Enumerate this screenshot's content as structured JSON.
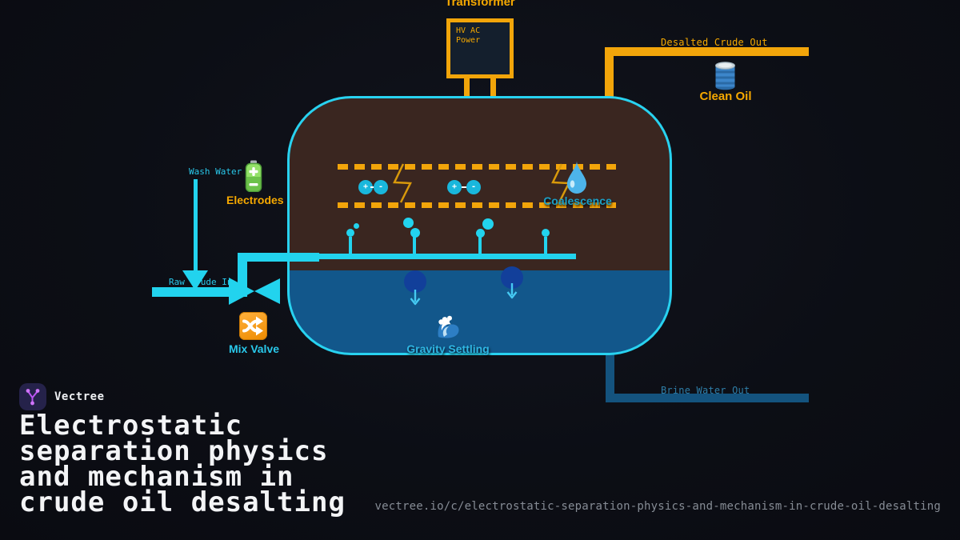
{
  "brand": {
    "name": "Vectree",
    "url": "vectree.io/c/electrostatic-separation-physics-and-mechanism-in-crude-oil-desalting"
  },
  "title": "Electrostatic\nseparation physics\nand mechanism in\ncrude oil desalting",
  "diagram": {
    "transformer": {
      "label": "Transformer",
      "box_text": "HV AC\nPower"
    },
    "labels": {
      "wash_water": "Wash Water",
      "electrodes": "Electrodes",
      "raw_crude_in": "Raw Crude In",
      "mix_valve": "Mix Valve",
      "coalescence": "Coalescence",
      "gravity_settling": "Gravity Settling",
      "desalted_crude_out": "Desalted Crude Out",
      "clean_oil": "Clean Oil",
      "brine_water_out": "Brine Water Out"
    },
    "charges": {
      "positive": "+",
      "negative": "-"
    },
    "icons": {
      "electrodes": "battery-icon",
      "mix_valve": "shuffle-arrows-icon",
      "coalescence": "water-drop-icon",
      "gravity_settling": "wave-icon",
      "clean_oil": "oil-barrel-icon",
      "electric_arc": "lightning-bolt-icon",
      "brand": "vector-branch-icon"
    },
    "colors": {
      "background": "#0c0e15",
      "accent_orange": "#f2a50a",
      "accent_cyan": "#22d3ee",
      "oil_brown": "#3a2620",
      "water_blue": "#12578b",
      "brine_blue": "#14537e",
      "label_teal": "#1b9fc6",
      "brand_purple": "#b84ef2",
      "title_white": "#f3f4f6",
      "url_gray": "#868c95"
    }
  }
}
